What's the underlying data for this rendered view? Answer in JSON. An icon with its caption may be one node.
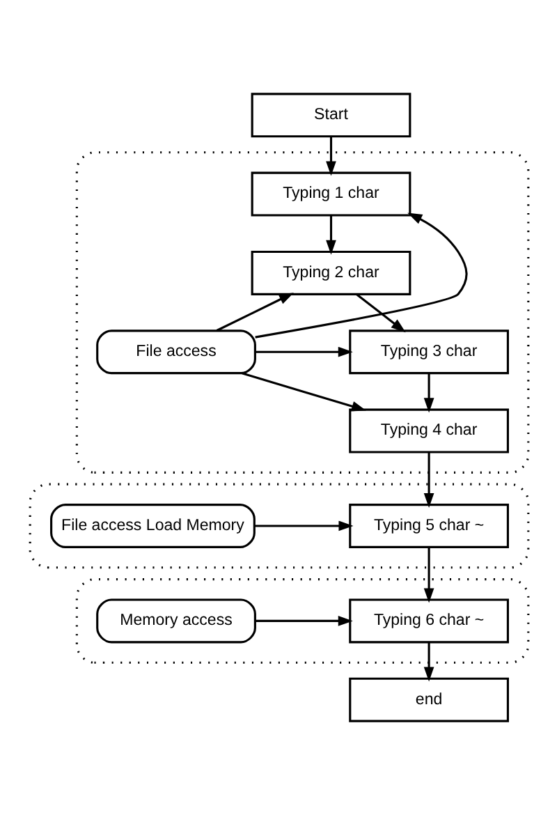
{
  "diagram": {
    "nodes": [
      {
        "text": [
          "Start"
        ]
      },
      {
        "text": [],
        "shape": "box"
      },
      {
        "text": [
          "Typing 1 char"
        ],
        "in": 1
      },
      {
        "text": [
          "Typing 2 char"
        ],
        "in": 1
      },
      {
        "text": [
          "Typing 3 char"
        ],
        "in": 1
      },
      {
        "text": [
          "Typing 4 char"
        ],
        "in": 1
      },
      {
        "text": [
          "File access"
        ],
        "in": 1
      },
      {
        "text": [],
        "shape": "box"
      },
      {
        "text": [
          "Typing 5 char ~"
        ],
        "in": 7
      },
      {
        "text": [
          "File access Load Memory"
        ],
        "in": 7
      },
      {
        "text": [],
        "shape": "box"
      },
      {
        "text": [
          "Typing 6 char ~"
        ],
        "in": 10
      },
      {
        "text": [
          "Memory access"
        ],
        "in": 10
      },
      {
        "text": [
          "end"
        ]
      }
    ],
    "edges": [
      {
        "from": 0,
        "to": 2,
        "arrow": "to"
      },
      {
        "from": 2,
        "to": 3,
        "arrow": "to"
      },
      {
        "from": 3,
        "to": 4,
        "arrow": "to"
      },
      {
        "from": 4,
        "to": 5,
        "arrow": "to"
      },
      {
        "from": 6,
        "to": 2,
        "arrow": "to"
      },
      {
        "from": 6,
        "to": 3,
        "arrow": "to"
      },
      {
        "from": 6,
        "to": 4,
        "arrow": "to"
      },
      {
        "from": 6,
        "to": 5,
        "arrow": "to"
      },
      {
        "from": 5,
        "to": 8,
        "arrow": "to"
      },
      {
        "from": 9,
        "to": 8,
        "arrow": "to"
      },
      {
        "from": 8,
        "to": 11,
        "arrow": "to"
      },
      {
        "from": 12,
        "to": 11,
        "arrow": "to"
      },
      {
        "from": 11,
        "to": 13,
        "arrow": "to"
      }
    ]
  }
}
